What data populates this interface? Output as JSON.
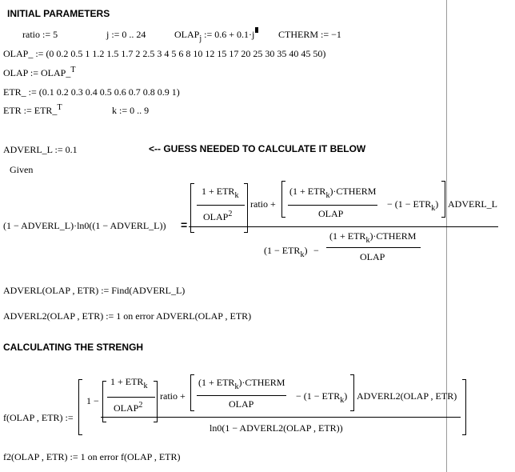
{
  "headings": {
    "initial": "INITIAL PARAMETERS",
    "calc": "CALCULATING THE STRENGH"
  },
  "params": {
    "ratio": "ratio := 5",
    "j": "j := 0 .. 24",
    "olapj_lhs": "OLAP",
    "olapj_sub": "j",
    "olapj_rhs": ":= 0.6 + 0.1·j",
    "ctherm": "CTHERM := −1",
    "olap_vec": "OLAP_ := (0  0.2  0.5  1  1.2  1.5  1.7  2  2.5  3  4  5  6  8  10  12  15  17  20  25  30  35  40  45  50)",
    "olap_t": "OLAP := OLAP_",
    "olap_t_sup": "T",
    "etr_vec": "ETR_ := (0.1  0.2  0.3  0.4  0.5  0.6  0.7  0.8  0.9  1)",
    "etr_t": "ETR := ETR_",
    "etr_t_sup": "T",
    "k": "k := 0 .. 9"
  },
  "guess": {
    "assign": "ADVERL_L := 0.1",
    "note": "<-- GUESS NEEDED TO CALCULATE IT BELOW",
    "given": "Given"
  },
  "eq1": {
    "lhs": "(1 − ADVERL_L)·ln0((1 − ADVERL_L))",
    "equals": "=",
    "one_etr": "1 + ETR",
    "k": "k",
    "olap": "OLAP",
    "two": "2",
    "ratio_plus": "ratio +",
    "one_etr_ctherm": "(1 + ETR",
    "ctherm_tail": ")·CTHERM",
    "minus_one_etr": "−  (1 − ETR",
    "close_paren": ")",
    "adverl_l": "ADVERL_L",
    "den_one_etr": "(1 − ETR",
    "den_minus": "−"
  },
  "defs": {
    "find": "ADVERL(OLAP , ETR) := Find(ADVERL_L)",
    "adverl2": "ADVERL2(OLAP , ETR) := 1   on error ADVERL(OLAP , ETR)"
  },
  "eq2": {
    "lhs": "f(OLAP , ETR) :=",
    "one_minus": "1 −",
    "adverl2": "ADVERL2(OLAP , ETR)",
    "den": "ln0(1 − ADVERL2(OLAP , ETR))"
  },
  "f2": "f2(OLAP , ETR) := 1   on error f(OLAP , ETR)"
}
